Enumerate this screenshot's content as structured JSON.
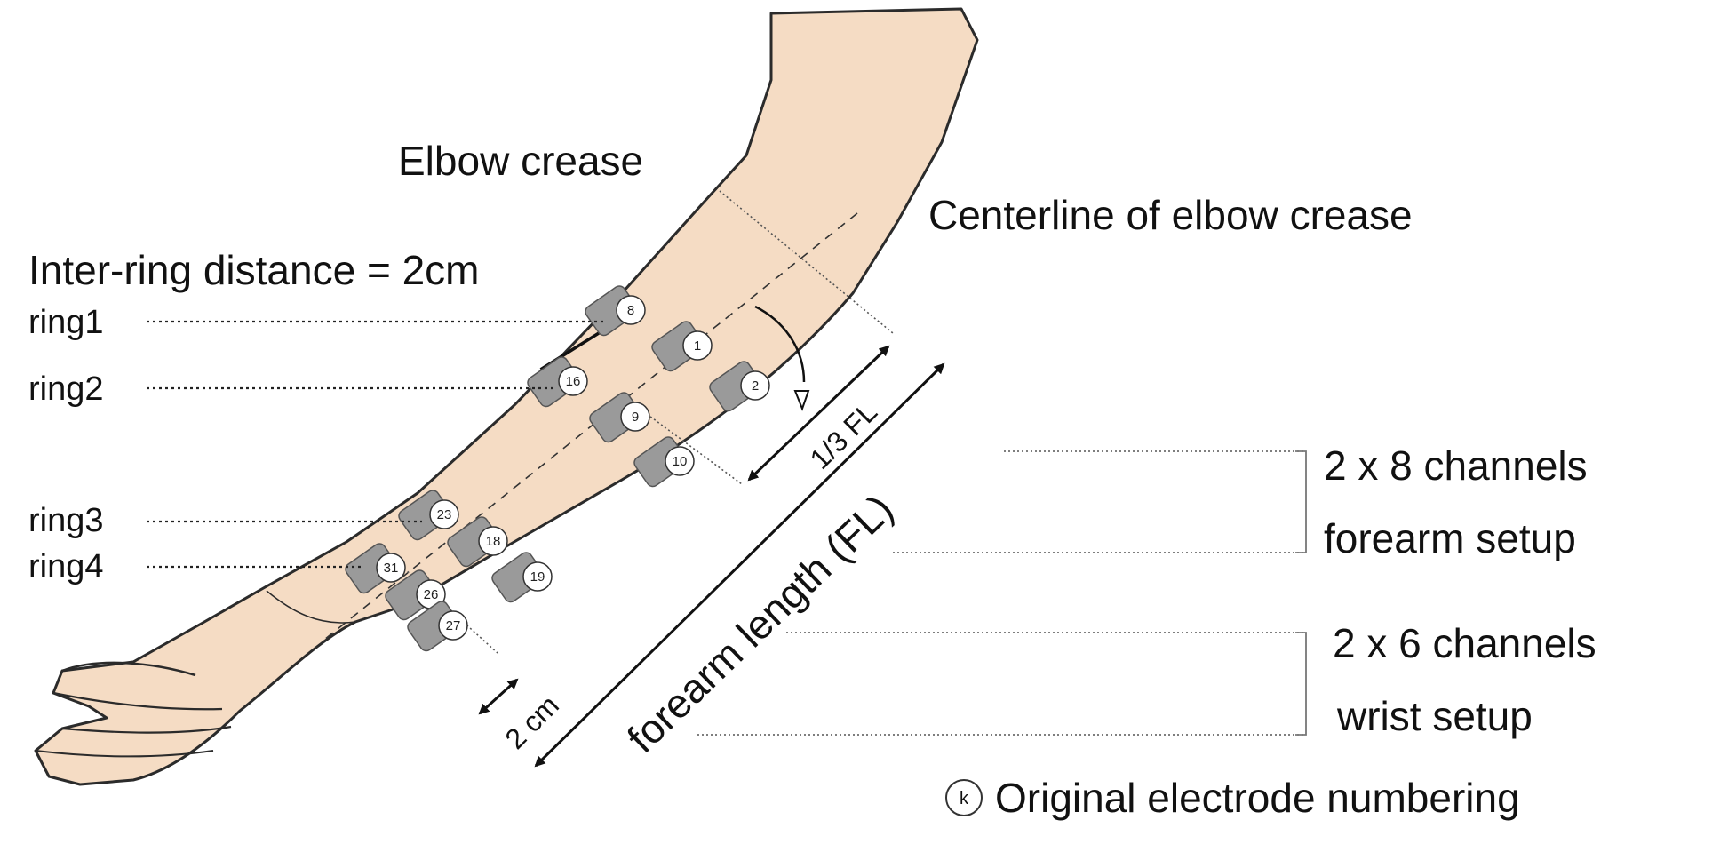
{
  "labels": {
    "elbow_crease": "Elbow crease",
    "centerline": "Centerline of elbow crease",
    "inter_ring": "Inter-ring distance = 2cm",
    "ring1": "ring1",
    "ring2": "ring2",
    "ring3": "ring3",
    "ring4": "ring4",
    "third_fl": "1/3 FL",
    "forearm_length": "forearm length (FL)",
    "two_cm": "2 cm",
    "forearm_setup_line1": "2 x 8 channels",
    "forearm_setup_line2": "forearm setup",
    "wrist_setup_line1": "2 x 6 channels",
    "wrist_setup_line2": "wrist setup",
    "legend_symbol": "k",
    "legend_text": "Original electrode numbering"
  },
  "electrodes": [
    "8",
    "1",
    "2",
    "16",
    "9",
    "10",
    "23",
    "18",
    "19",
    "31",
    "26",
    "27"
  ],
  "colors": {
    "skin": "#f5dcc4",
    "skin_outline": "#2b2b2b",
    "electrode": "#9a9a9a",
    "electrode_dark": "#6e6e6e"
  }
}
